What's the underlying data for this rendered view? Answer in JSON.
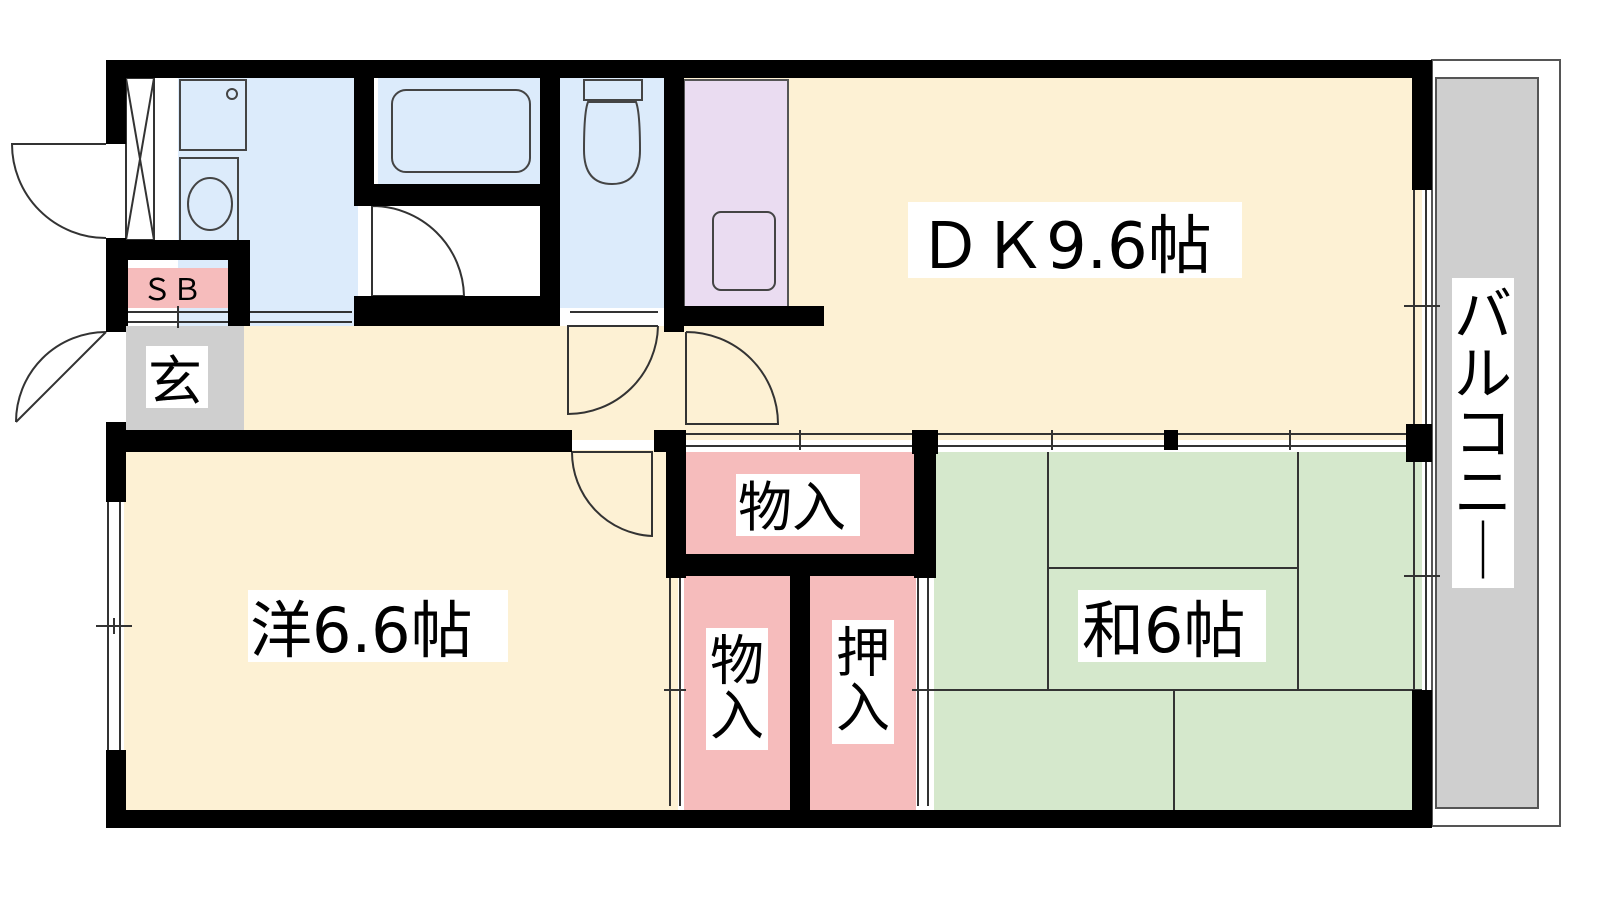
{
  "rooms": {
    "dk": {
      "label": "ＤＫ9.6帖"
    },
    "western": {
      "label": "洋6.6帖"
    },
    "japanese": {
      "label": "和6帖"
    },
    "storage_top": {
      "label": "物入"
    },
    "storage_vertical": {
      "label": "物入"
    },
    "closet": {
      "label": "押入"
    },
    "entrance": {
      "label": "玄"
    },
    "shoe_box": {
      "label": "ＳＢ"
    },
    "balcony": {
      "label": "バルコニー"
    }
  },
  "colors": {
    "wall": "#000000",
    "living": "#fdf1d4",
    "wet_area": "#dcebfb",
    "kitchen": "#eadcf1",
    "storage": "#f6bcbc",
    "tatami": "#d5e8cc",
    "entrance": "#cfcfcf",
    "balcony": "#cfcfcf"
  }
}
